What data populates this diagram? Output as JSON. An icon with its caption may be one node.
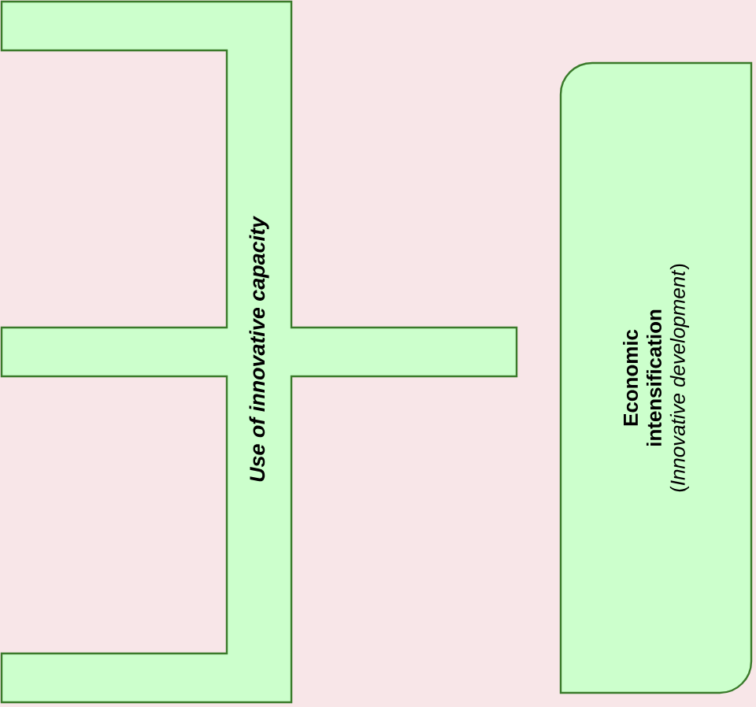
{
  "diagram": {
    "nodes": [
      {
        "text": [
          "Use of innovative capacity"
        ]
      },
      {
        "text": [
          "Economic intensification",
          "(*Innovative development*)"
        ]
      }
    ]
  }
}
